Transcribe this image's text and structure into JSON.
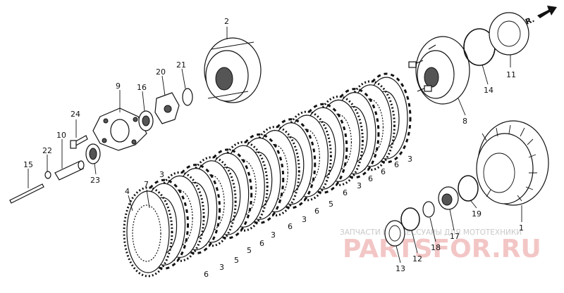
{
  "diagram": {
    "front_indicator": "FR.",
    "watermark": {
      "line1": "ЗАПЧАСТИ И АКСЕССУАРЫ ДЛЯ МОТОТЕХНИКИ",
      "logo_text": "PARTSFOR.RU"
    },
    "callouts": {
      "p1": "1",
      "p2": "2",
      "p4": "4",
      "p7": "7",
      "p8": "8",
      "p9": "9",
      "p10": "10",
      "p11": "11",
      "p12": "12",
      "p13": "13",
      "p14": "14",
      "p15": "15",
      "p16": "16",
      "p17": "17",
      "p18": "18",
      "p19": "19",
      "p20": "20",
      "p21": "21",
      "p22": "22",
      "p23": "23",
      "p24": "24",
      "disc3": "3",
      "disc5": "5",
      "disc6": "6"
    }
  }
}
